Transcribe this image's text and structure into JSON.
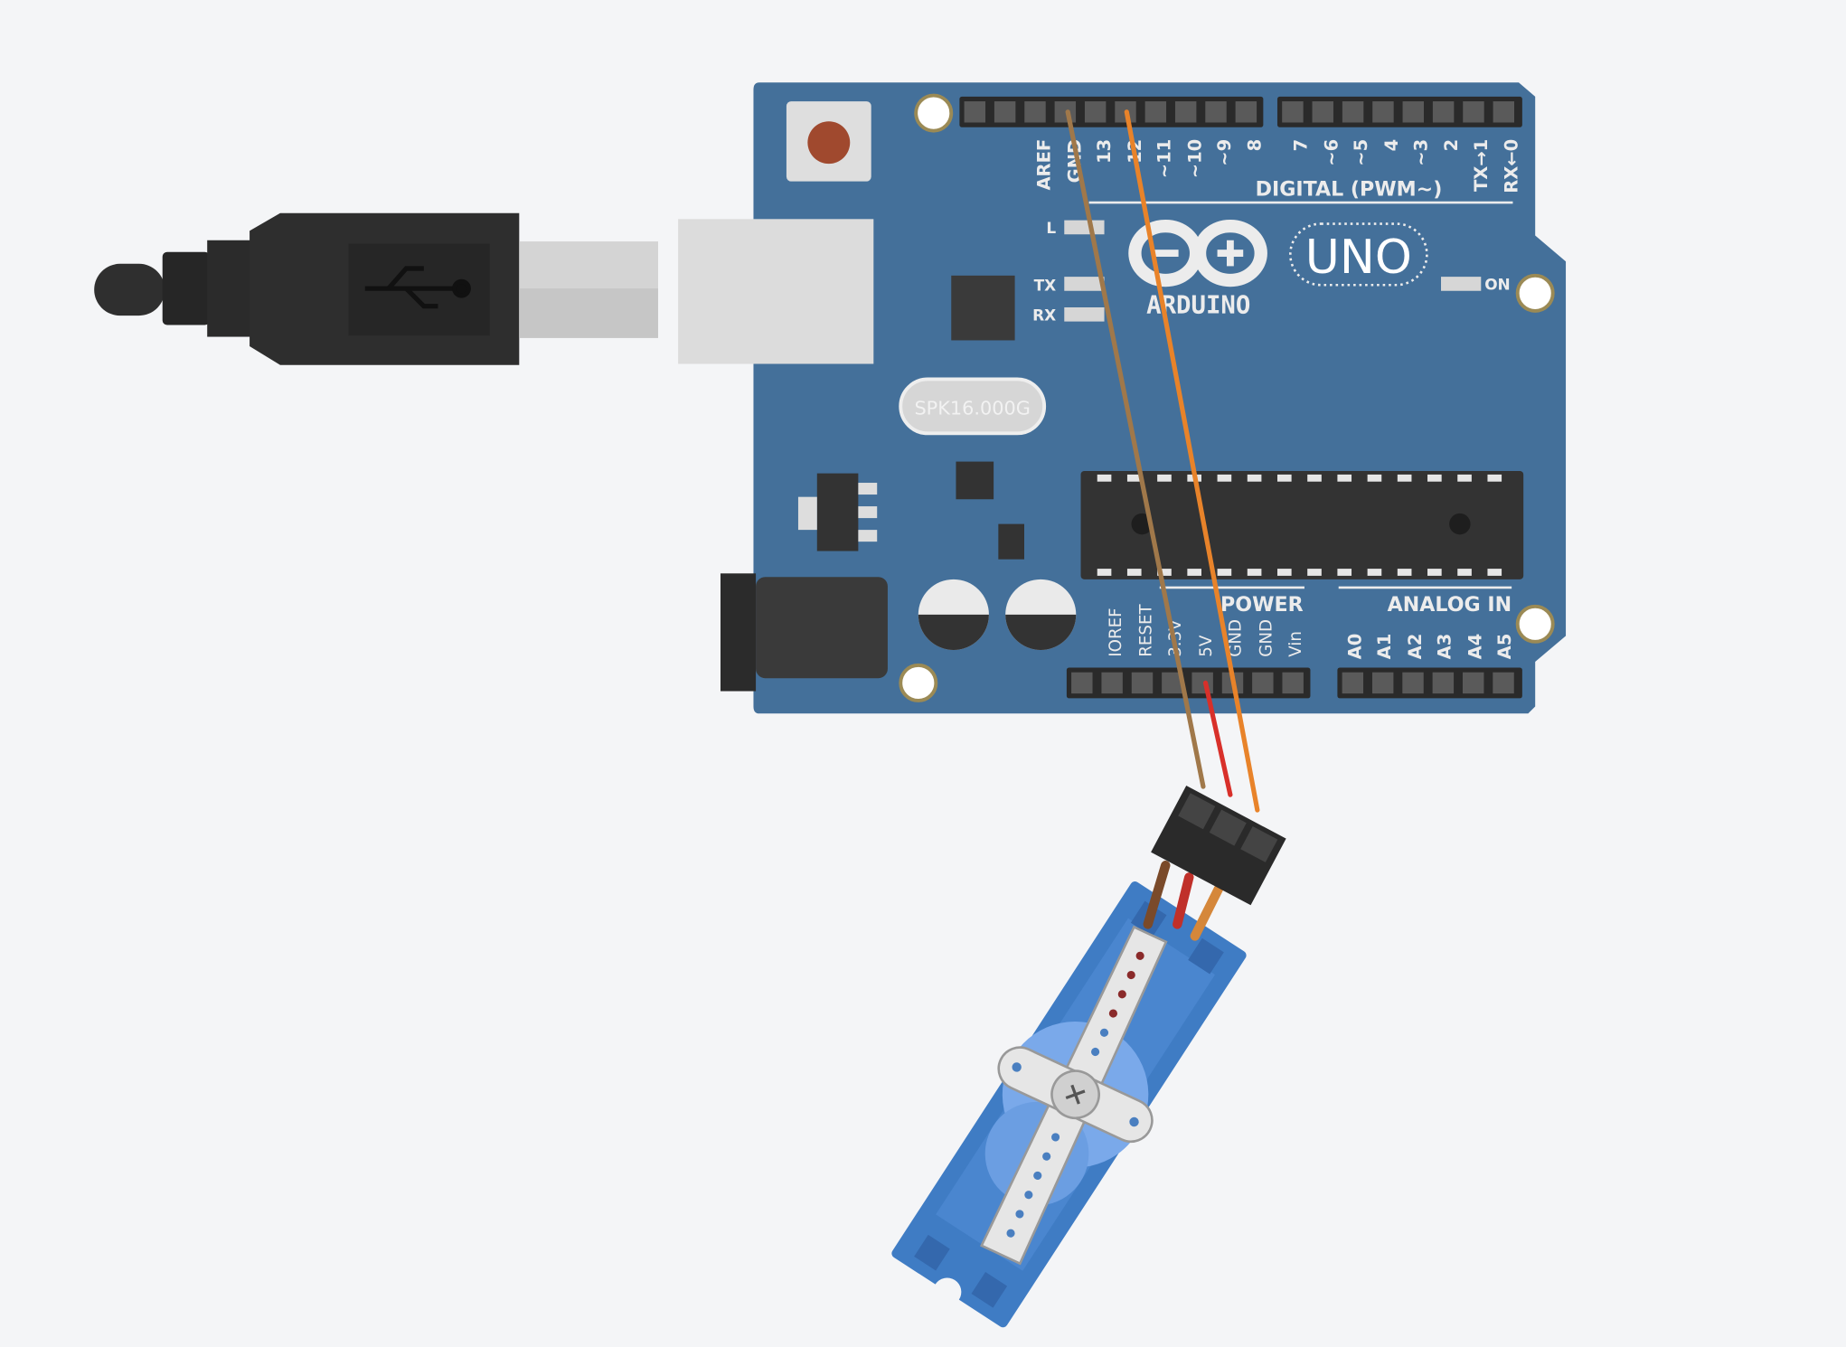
{
  "board": {
    "name": "ARDUINO",
    "model": "UNO",
    "crystal": "SPK16.000G",
    "color": "#44709a",
    "led_labels": {
      "l": "L",
      "tx": "TX",
      "rx": "RX",
      "on": "ON"
    },
    "digital_title": "DIGITAL (PWM~)",
    "digital_pins": [
      "AREF",
      "GND",
      "13",
      "12",
      "~11",
      "~10",
      "~9",
      "8",
      "7",
      "~6",
      "~5",
      "4",
      "~3",
      "2",
      "TX→1",
      "RX←0"
    ],
    "power_title": "POWER",
    "power_pins": [
      "IOREF",
      "RESET",
      "3.3V",
      "5V",
      "GND",
      "GND",
      "Vin"
    ],
    "analog_title": "ANALOG IN",
    "analog_pins": [
      "A0",
      "A1",
      "A2",
      "A3",
      "A4",
      "A5"
    ]
  },
  "wires": [
    {
      "from": "GND",
      "to": "servo-ground",
      "color": "#a0784a"
    },
    {
      "from": "12",
      "to": "servo-signal",
      "color": "#e8832a"
    },
    {
      "from": "5V",
      "to": "servo-power",
      "color": "#d8302a"
    }
  ],
  "servo": {
    "color": "#3f7cc4"
  },
  "usb_cable": {
    "color": "#2e2e2e"
  }
}
